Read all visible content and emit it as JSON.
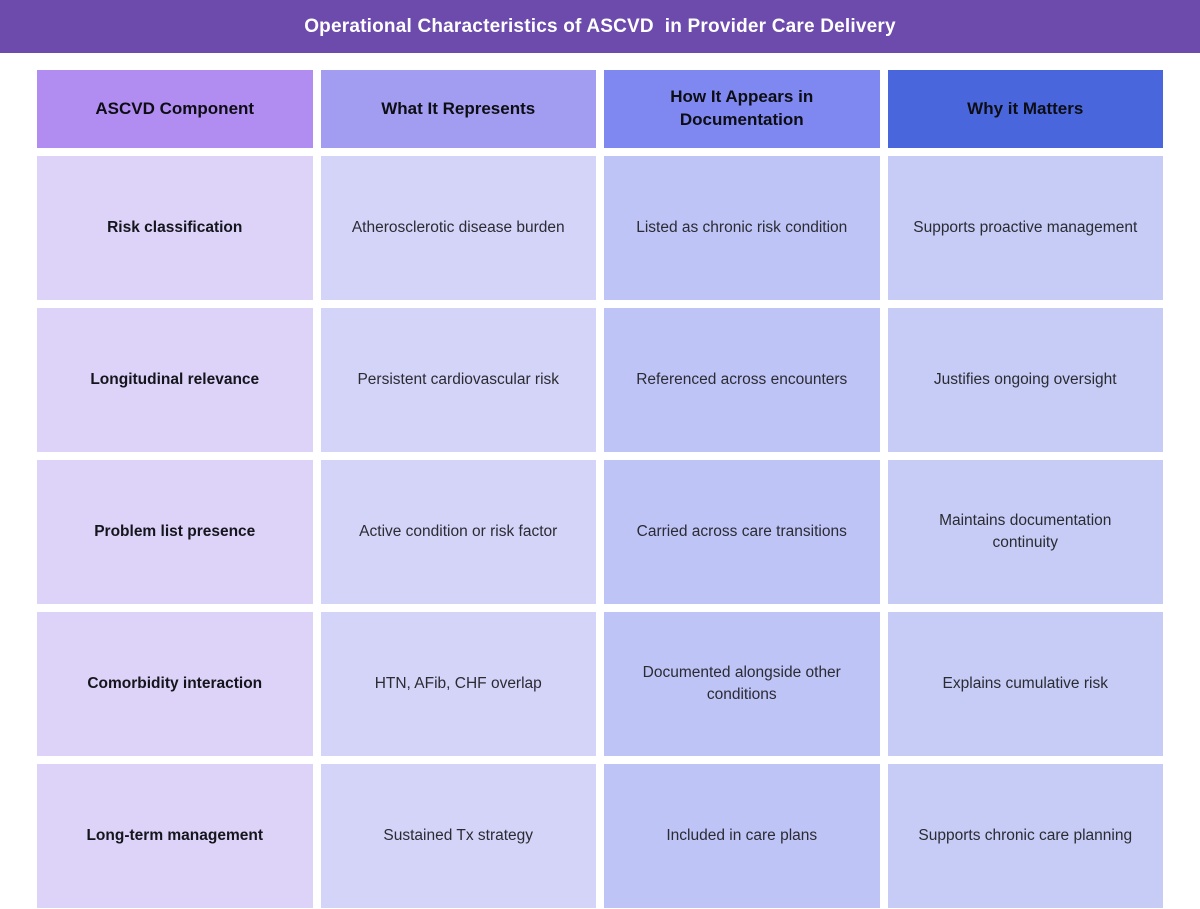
{
  "banner": {
    "title": "Operational Characteristics of ASCVD  in Provider Care Delivery",
    "background_color": "#6C4BAD",
    "text_color": "#FFFFFF"
  },
  "table": {
    "columns": [
      {
        "label": "ASCVD  Component",
        "header_bg": "#B18DF2",
        "body_bg": "#DDD2F7"
      },
      {
        "label": "What It Represents",
        "header_bg": "#A39DF2",
        "body_bg": "#D4D3F8"
      },
      {
        "label": "How It Appears in Documentation",
        "header_bg": "#7E88F0",
        "body_bg": "#BFC4F7"
      },
      {
        "label": "Why it Matters",
        "header_bg": "#4A66DD",
        "body_bg": "#C6CCF5"
      }
    ],
    "rows": [
      {
        "component": "Risk classification",
        "represents": "Atherosclerotic disease burden",
        "documentation": "Listed as chronic risk condition",
        "matters": "Supports proactive management"
      },
      {
        "component": "Longitudinal relevance",
        "represents": "Persistent cardiovascular risk",
        "documentation": "Referenced across encounters",
        "matters": "Justifies ongoing oversight"
      },
      {
        "component": "Problem list presence",
        "represents": "Active condition or risk factor",
        "documentation": "Carried across care transitions",
        "matters": "Maintains documentation continuity"
      },
      {
        "component": "Comorbidity interaction",
        "represents": "HTN, AFib, CHF overlap",
        "documentation": "Documented alongside other conditions",
        "matters": "Explains cumulative risk"
      },
      {
        "component": "Long-term management",
        "represents": "Sustained Tx strategy",
        "documentation": "Included in care plans",
        "matters": "Supports chronic care planning"
      }
    ]
  },
  "chart_data": {
    "type": "table",
    "title": "Operational Characteristics of ASCVD  in Provider Care Delivery",
    "columns": [
      "ASCVD  Component",
      "What It Represents",
      "How It Appears in Documentation",
      "Why it Matters"
    ],
    "rows": [
      [
        "Risk classification",
        "Atherosclerotic disease burden",
        "Listed as chronic risk condition",
        "Supports proactive management"
      ],
      [
        "Longitudinal relevance",
        "Persistent cardiovascular risk",
        "Referenced across encounters",
        "Justifies ongoing oversight"
      ],
      [
        "Problem list presence",
        "Active condition or risk factor",
        "Carried across care transitions",
        "Maintains documentation continuity"
      ],
      [
        "Comorbidity interaction",
        "HTN, AFib, CHF overlap",
        "Documented alongside other conditions",
        "Explains cumulative risk"
      ],
      [
        "Long-term management",
        "Sustained Tx strategy",
        "Included in care plans",
        "Supports chronic care planning"
      ]
    ],
    "layout_hints": {
      "header_colors": [
        "#B18DF2",
        "#A39DF2",
        "#7E88F0",
        "#4A66DD"
      ],
      "body_colors": [
        "#DDD2F7",
        "#D4D3F8",
        "#BFC4F7",
        "#C6CCF5"
      ],
      "title_banner_color": "#6C4BAD",
      "first_column_bold": true,
      "grid": "white gaps between cells"
    }
  }
}
